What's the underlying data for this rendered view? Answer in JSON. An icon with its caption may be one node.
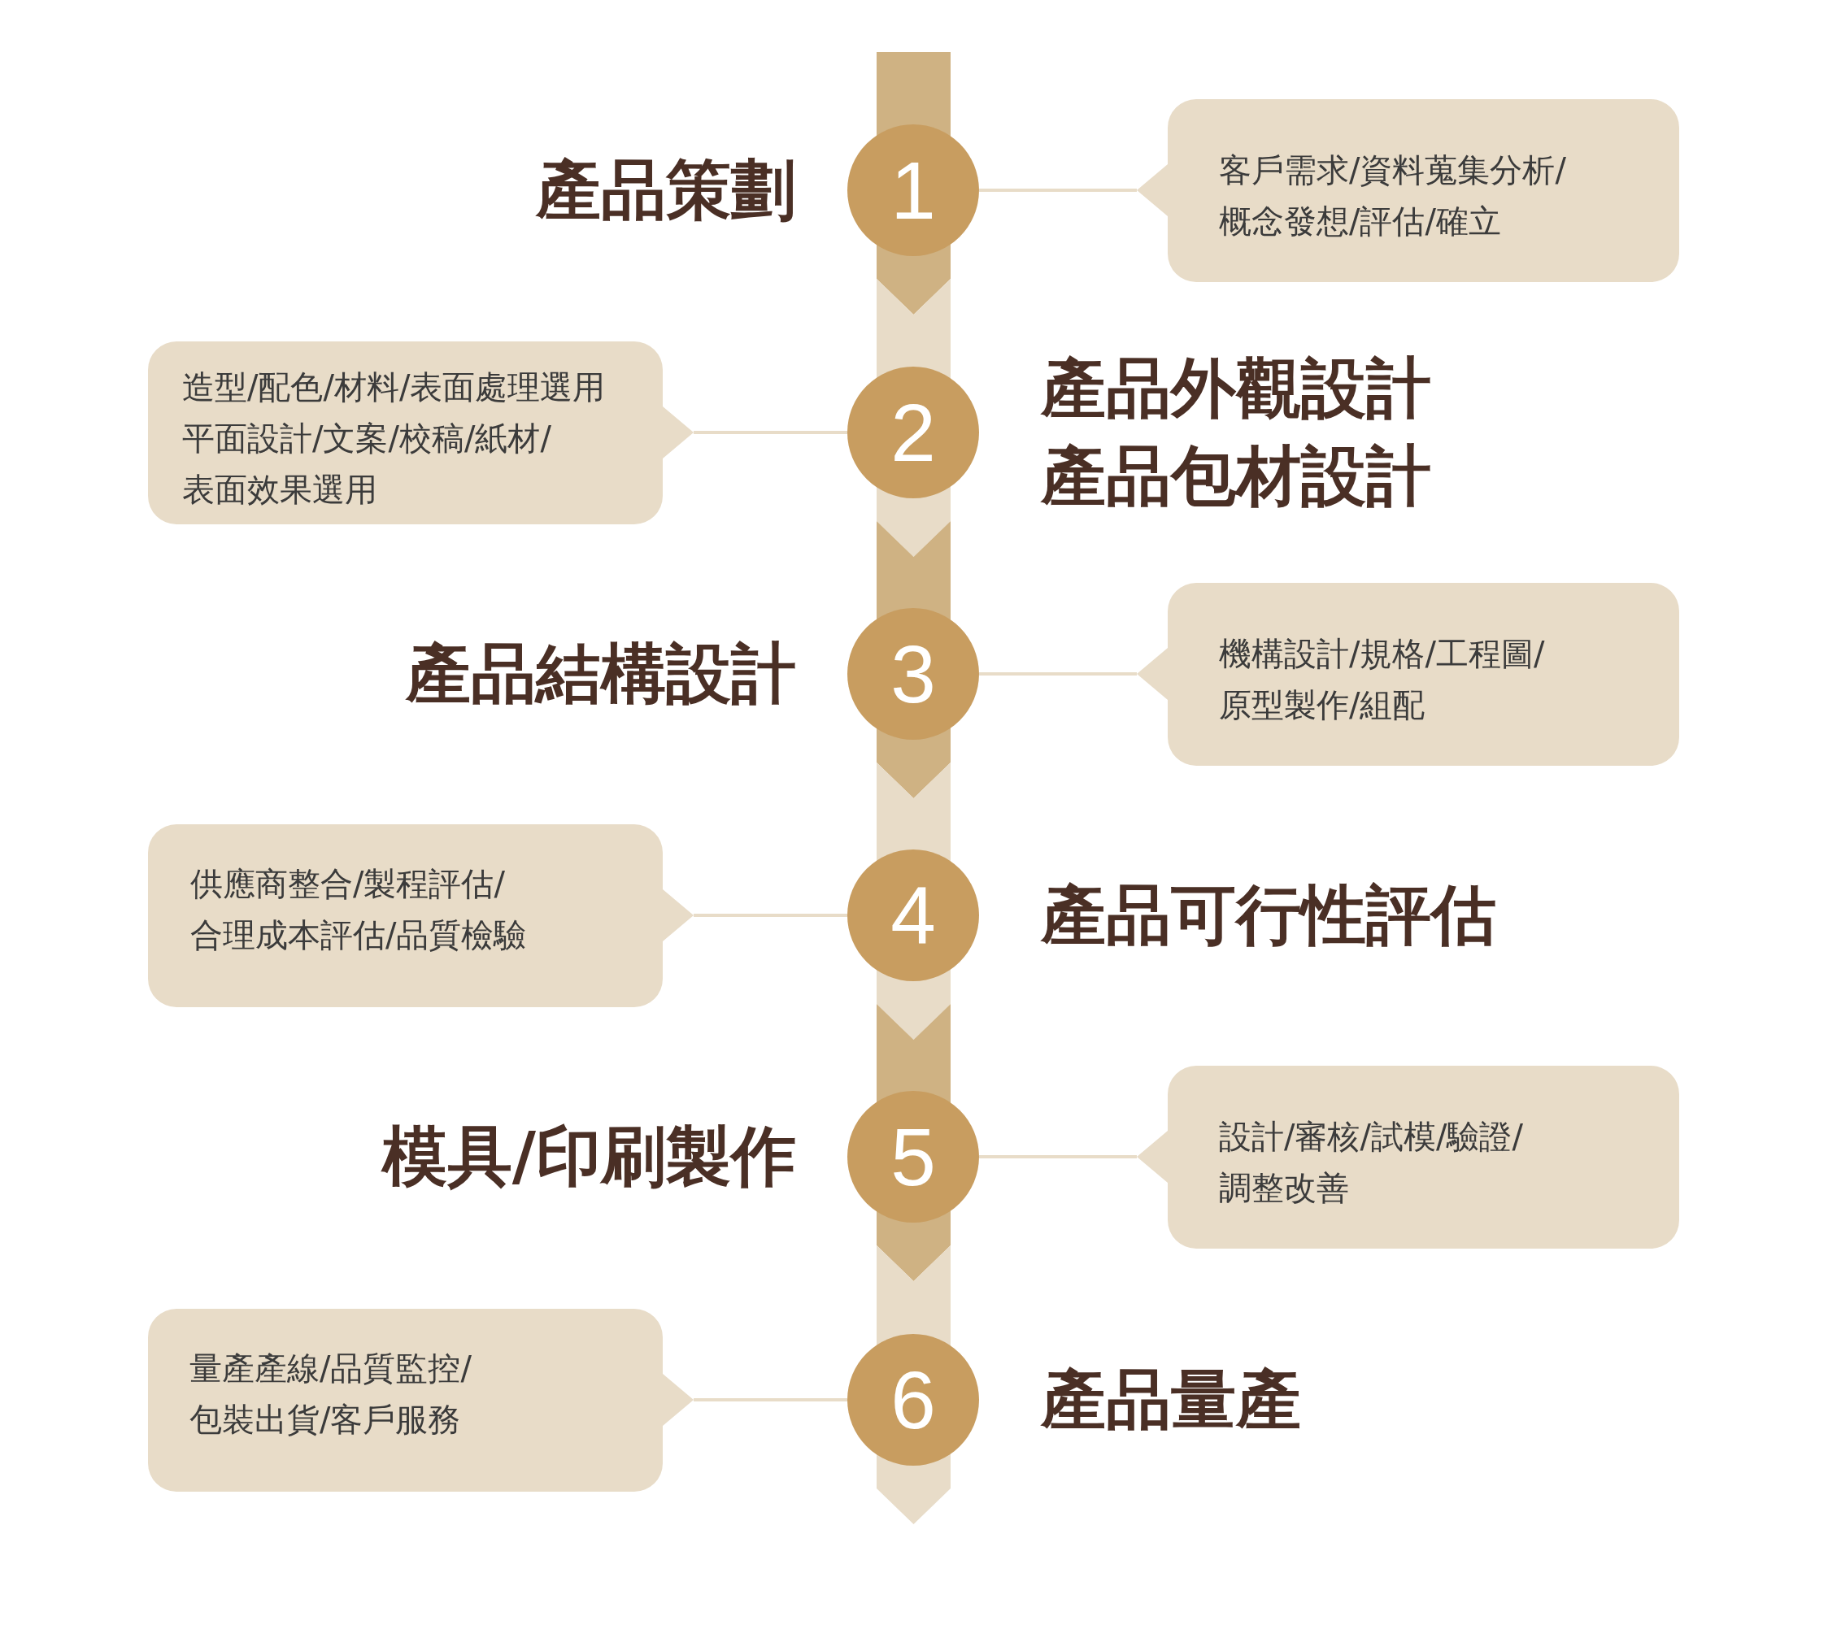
{
  "diagram": {
    "nodes": [
      {
        "text": [],
        "shape": "chevron"
      },
      {
        "text": [
          "1"
        ],
        "beside": [
          "產品策劃"
        ]
      },
      {
        "text": [
          "客戶需求/資料蒐集分析/概念發想/評估/確立"
        ]
      },
      {
        "text": [
          "造型/配色/材料/表面處理選用",
          "平面設計/文案/校稿/紙材/表面效果選用"
        ]
      },
      {
        "text": [],
        "shape": "chevron"
      },
      {
        "text": [
          "2"
        ],
        "beside": [
          "產品外觀設計",
          "產品包材設計"
        ]
      },
      {
        "text": [],
        "shape": "chevron"
      },
      {
        "text": [
          "3"
        ],
        "beside": [
          "產品結構設計"
        ]
      },
      {
        "text": [
          "機構設計/規格/工程圖/原型製作/組配"
        ]
      },
      {
        "text": [
          "供應商整合/製程評估/合理成本評估/品質檢驗"
        ]
      },
      {
        "text": [],
        "shape": "chevron"
      },
      {
        "text": [
          "4"
        ],
        "beside": [
          "產品可行性評估"
        ]
      },
      {
        "text": [],
        "shape": "chevron"
      },
      {
        "text": [
          "5"
        ],
        "beside": [
          "模具/印刷製作"
        ]
      },
      {
        "text": [
          "設計/審核/試模/驗證/調整改善"
        ]
      },
      {
        "text": [
          "量產產線/品質監控/包裝出貨/客戶服務"
        ]
      },
      {
        "text": [],
        "shape": "chevron"
      },
      {
        "text": [
          "6"
        ],
        "beside": [
          "產品量產"
        ]
      }
    ],
    "edges": [
      {
        "from": 1,
        "to": 2,
        "arrow": "none"
      },
      {
        "from": 5,
        "to": 3,
        "arrow": "none"
      },
      {
        "from": 7,
        "to": 8,
        "arrow": "none"
      },
      {
        "from": 11,
        "to": 9,
        "arrow": "none"
      },
      {
        "from": 13,
        "to": 14,
        "arrow": "none"
      },
      {
        "from": 17,
        "to": 15,
        "arrow": "none"
      }
    ]
  }
}
